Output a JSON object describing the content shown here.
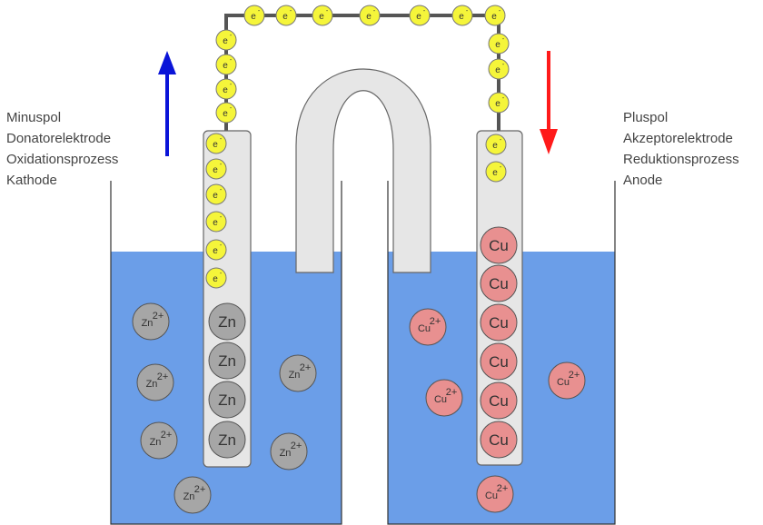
{
  "left_electrode": {
    "labels": [
      "Minuspol",
      "Donatorelektrode",
      "Oxidationsprozess",
      "Kathode"
    ],
    "arrow_direction": "up",
    "arrow_color": "#0a14d8",
    "metal_symbol": "Zn",
    "ion_symbol": "Zn",
    "ion_charge": "2+",
    "metal_color": "#a6a6a6"
  },
  "right_electrode": {
    "labels": [
      "Pluspol",
      "Akzeptorelektrode",
      "Reduktionsprozess",
      "Anode"
    ],
    "arrow_direction": "down",
    "arrow_color": "#ff1a1a",
    "metal_symbol": "Cu",
    "ion_symbol": "Cu",
    "ion_charge": "2+",
    "metal_color": "#e89090"
  },
  "electron": {
    "symbol": "e",
    "charge": "-",
    "color": "#f5f53a"
  },
  "solution_color": "#6b9ee8",
  "salt_bridge_color": "#e6e6e6",
  "wire_color": "#555555"
}
